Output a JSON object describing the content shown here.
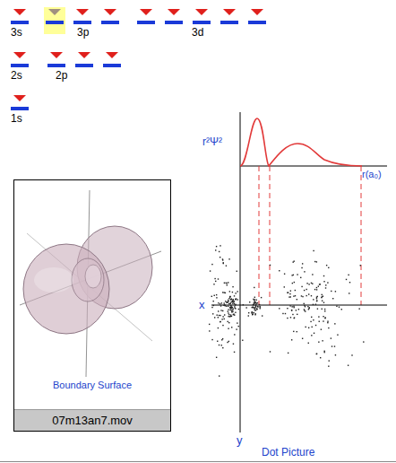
{
  "diagram": {
    "nodes": [
      {
        "text": [
          "Boundary Surface"
        ]
      },
      {
        "text": [
          "07m13an7.mov"
        ],
        "in": 0
      }
    ],
    "labels": [
      "3s",
      "3p",
      "3d",
      "2s",
      "2p",
      "1s",
      "r²Ψ²",
      "r(a₀)",
      "x",
      "y",
      "Dot Picture"
    ]
  }
}
